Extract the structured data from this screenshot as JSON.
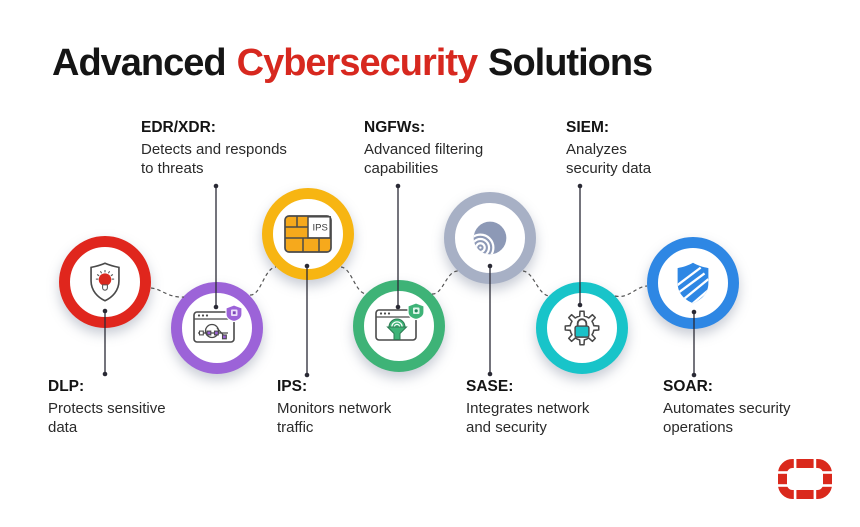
{
  "title": {
    "part1": "Advanced",
    "highlight": "Cybersecurity",
    "part2": "Solutions",
    "highlight_color": "#D7281F"
  },
  "solutions": [
    {
      "id": "dlp",
      "label": "DLP:",
      "description": "Protects sensitive data",
      "color": "#E0261D",
      "icon": "shield-lightbulb-icon",
      "label_position": "below"
    },
    {
      "id": "edr",
      "label": "EDR/XDR:",
      "description": "Detects and responds to threats",
      "color": "#9C63D8",
      "icon": "browser-network-scan-icon",
      "label_position": "above"
    },
    {
      "id": "ips",
      "label": "IPS:",
      "description": "Monitors network traffic",
      "color": "#F7B512",
      "icon": "firewall-brick-wall-icon",
      "icon_text": "IPS",
      "label_position": "below"
    },
    {
      "id": "ngfw",
      "label": "NGFWs:",
      "description": "Advanced filtering capabilities",
      "color": "#3EB377",
      "icon": "browser-filter-icon",
      "label_position": "above"
    },
    {
      "id": "sase",
      "label": "SASE:",
      "description": "Integrates network and security",
      "color": "#A7B0C5",
      "icon": "sphere-signal-icon",
      "label_position": "below"
    },
    {
      "id": "siem",
      "label": "SIEM:",
      "description": "Analyzes security data",
      "color": "#18C4C9",
      "icon": "gear-lock-icon",
      "label_position": "above"
    },
    {
      "id": "soar",
      "label": "SOAR:",
      "description": "Automates security operations",
      "color": "#2E87E4",
      "icon": "striped-shield-icon",
      "label_position": "below"
    }
  ],
  "branding": {
    "logo_name": "fortinet-logo",
    "logo_color": "#DA291C"
  }
}
